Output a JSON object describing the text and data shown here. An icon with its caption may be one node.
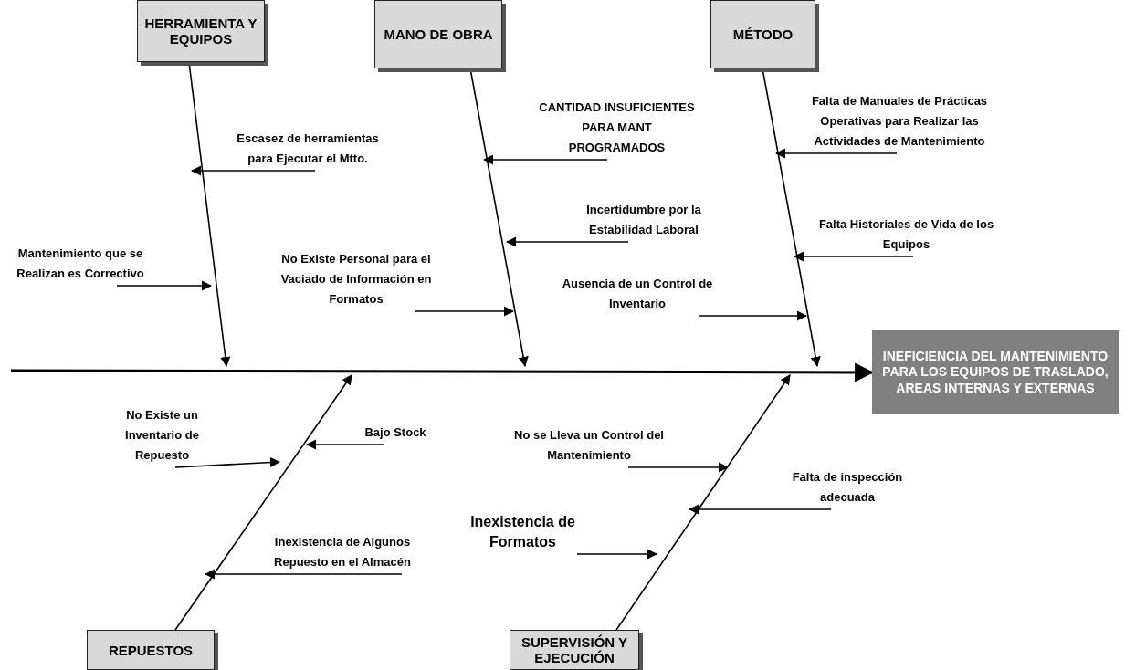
{
  "diagram": {
    "nodes": [
      {
        "text": [
          "HERRAMIENTA Y EQUIPOS"
        ]
      },
      {
        "text": [
          "MANO DE OBRA"
        ]
      },
      {
        "text": [
          "MÉTODO"
        ]
      },
      {
        "text": [
          "REPUESTOS"
        ]
      },
      {
        "text": [
          "SUPERVISIÓN Y EJECUCIÓN"
        ]
      },
      {
        "text": [
          "INEFICIENCIA DEL MANTENIMIENTO PARA LOS EQUIPOS DE TRASLADO, AREAS INTERNAS Y EXTERNAS"
        ]
      },
      {
        "text": [
          "Escasez de herramientas para Ejecutar el Mtto."
        ]
      },
      {
        "text": [
          "Mantenimiento que se Realizan es Correctivo"
        ]
      },
      {
        "text": [
          "CANTIDAD INSUFICIENTES PARA MANT PROGRAMADOS"
        ]
      },
      {
        "text": [
          "Incertidumbre por la Estabilidad Laboral"
        ]
      },
      {
        "text": [
          "No Existe Personal para el Vaciado de Información en Formatos"
        ]
      },
      {
        "text": [
          "Falta de Manuales de Prácticas Operativas para Realizar las Actividades de Mantenimiento"
        ]
      },
      {
        "text": [
          "Falta Historiales de Vida de los Equipos"
        ]
      },
      {
        "text": [
          "Ausencia de un Control de Inventario"
        ]
      },
      {
        "text": [
          "No Existe un Inventario de Repuesto"
        ]
      },
      {
        "text": [
          "Bajo Stock"
        ]
      },
      {
        "text": [
          "Inexistencia de Algunos Repuesto en el Almacén"
        ]
      },
      {
        "text": [
          "No se Lleva un Control del Mantenimiento"
        ]
      },
      {
        "text": [
          "Falta de inspección adecuada"
        ]
      },
      {
        "text": [
          "Inexistencia de Formatos"
        ]
      }
    ],
    "edges": [
      {
        "from": null,
        "to": 5,
        "arrow": "to"
      },
      {
        "from": 0,
        "to": null,
        "arrow": "to"
      },
      {
        "from": 1,
        "to": null,
        "arrow": "to"
      },
      {
        "from": 2,
        "to": null,
        "arrow": "to"
      },
      {
        "from": 3,
        "to": null,
        "arrow": "to"
      },
      {
        "from": 4,
        "to": null,
        "arrow": "to"
      },
      {
        "from": 6,
        "to": null,
        "arrow": "to"
      },
      {
        "from": 7,
        "to": null,
        "arrow": "to"
      },
      {
        "from": 8,
        "to": null,
        "arrow": "to"
      },
      {
        "from": 9,
        "to": null,
        "arrow": "to"
      },
      {
        "from": 10,
        "to": null,
        "arrow": "to"
      },
      {
        "from": 11,
        "to": null,
        "arrow": "to"
      },
      {
        "from": 12,
        "to": null,
        "arrow": "to"
      },
      {
        "from": 13,
        "to": null,
        "arrow": "to"
      },
      {
        "from": 14,
        "to": null,
        "arrow": "to"
      },
      {
        "from": 15,
        "to": null,
        "arrow": "to"
      },
      {
        "from": 16,
        "to": null,
        "arrow": "to"
      },
      {
        "from": 17,
        "to": null,
        "arrow": "to"
      },
      {
        "from": 18,
        "to": null,
        "arrow": "to"
      },
      {
        "from": 19,
        "to": null,
        "arrow": "to"
      }
    ]
  }
}
